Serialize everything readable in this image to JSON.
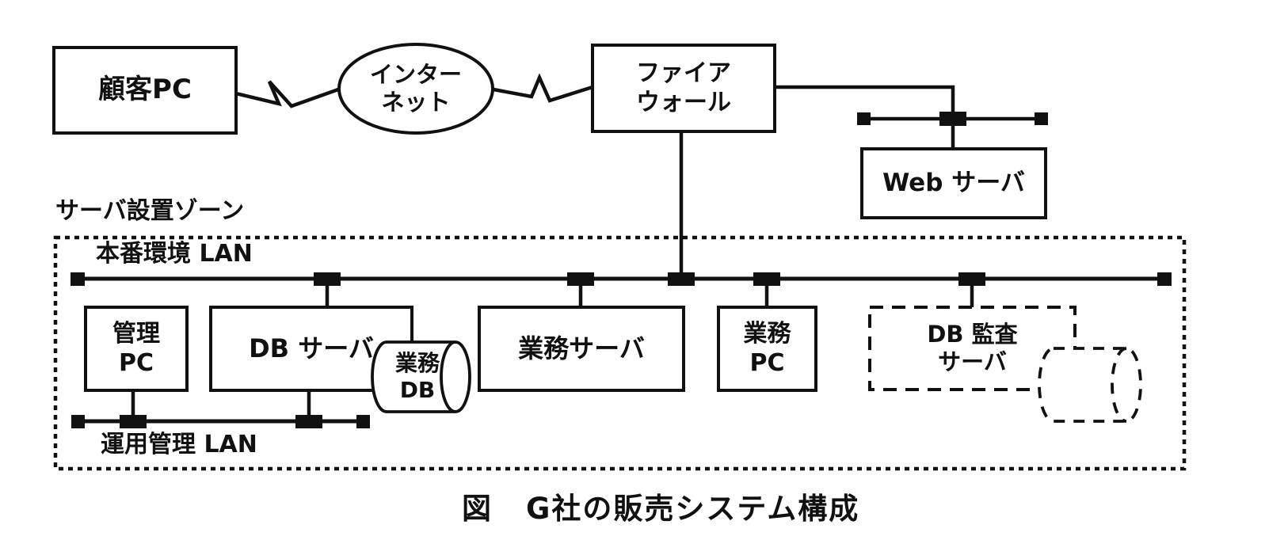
{
  "figure": {
    "caption": {
      "figure_marker": "図",
      "title": "G社の販売システム構成"
    },
    "labels": {
      "zone": "サーバ設置ゾーン",
      "production_lan": "本番環境 LAN",
      "management_lan": "運用管理 LAN"
    },
    "nodes": {
      "customer_pc": {
        "label": "顧客PC"
      },
      "internet": {
        "line1": "インター",
        "line2": "ネット"
      },
      "firewall": {
        "line1": "ファイア",
        "line2": "ウォール"
      },
      "web_server": {
        "label": "Web サーバ"
      },
      "admin_pc": {
        "line1": "管理",
        "line2": "PC"
      },
      "db_server": {
        "label": "DB サーバ"
      },
      "business_db": {
        "line1": "業務",
        "line2": "DB"
      },
      "business_server": {
        "label": "業務サーバ"
      },
      "business_pc": {
        "line1": "業務",
        "line2": "PC"
      },
      "db_audit_server": {
        "line1": "DB 監査",
        "line2": "サーバ"
      }
    },
    "colors": {
      "ink": "#111111",
      "paper": "#ffffff"
    }
  }
}
